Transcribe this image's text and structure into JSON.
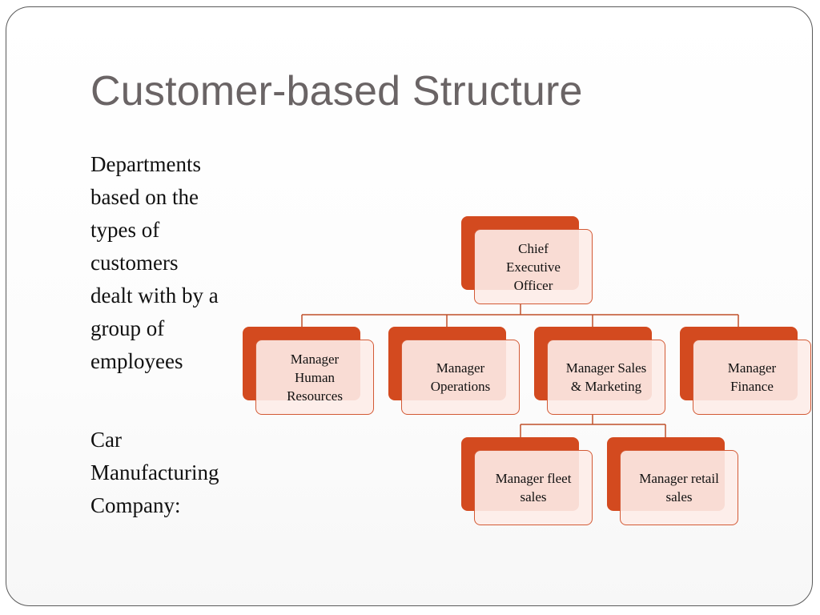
{
  "slide": {
    "title": "Customer-based Structure",
    "description_lines": [
      "Departments",
      "based on the",
      "types of",
      "customers",
      "dealt with by a",
      "group of",
      "employees"
    ],
    "company_lines": [
      "Car",
      "Manufacturing",
      "Company:"
    ]
  },
  "org_chart": {
    "ceo": {
      "lines": [
        "Chief",
        "Executive",
        "Officer"
      ]
    },
    "managers": [
      {
        "lines": [
          "Manager",
          "Human",
          "Resources"
        ]
      },
      {
        "lines": [
          "Manager",
          "Operations"
        ]
      },
      {
        "lines": [
          "Manager Sales",
          "& Marketing"
        ]
      },
      {
        "lines": [
          "Manager",
          "Finance"
        ]
      }
    ],
    "sales_reports": [
      {
        "lines": [
          "Manager fleet",
          "sales"
        ]
      },
      {
        "lines": [
          "Manager retail",
          "sales"
        ]
      }
    ]
  },
  "colors": {
    "accent": "#d34a1f",
    "box_fill": "#fdece8",
    "title": "#6a6465",
    "connector": "#c0502a"
  }
}
